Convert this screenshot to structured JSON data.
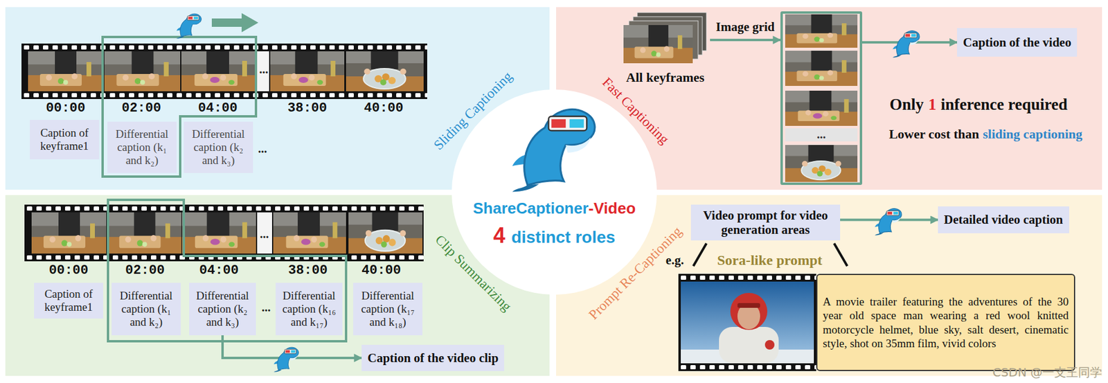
{
  "diagram": {
    "nodes": [
      {
        "text": [
          "Caption of keyframe1"
        ]
      },
      {
        "text": [
          "Differential caption (k₁ and k₂)"
        ]
      },
      {
        "text": [
          "Differential caption (k₂ and k₃)"
        ]
      },
      {
        "text": [
          "All keyframes"
        ]
      },
      {
        "text": [
          "..."
        ]
      },
      {
        "text": [
          "Caption of the video"
        ]
      },
      {
        "text": [
          "ShareCaptioner",
          "-Video",
          "4",
          "distinct roles"
        ]
      },
      {
        "text": [
          "Caption of keyframe1"
        ]
      },
      {
        "text": [
          "Differential caption (k₁ and k₂)"
        ]
      },
      {
        "text": [
          "Differential caption (k₂ and k₃)"
        ]
      },
      {
        "text": [
          "Differential caption (k₁₆ and k₁₇)"
        ]
      },
      {
        "text": [
          "Differential caption (k₁₇ and k₁₈)"
        ]
      },
      {
        "text": [
          "Caption of the video clip"
        ]
      },
      {
        "text": [
          "Video prompt for video generation areas"
        ]
      },
      {
        "text": [
          "Detailed video caption"
        ]
      },
      {
        "text": [
          "A movie trailer featuring the adventures of the 30 year old space man wearing a red wool knitted motorcycle helmet, blue sky, salt desert, cinematic style, shot on 35mm film, vivid colors"
        ]
      }
    ],
    "edges": [
      {
        "from": 3,
        "to": 4,
        "arrow": "to",
        "label": "Image grid"
      },
      {
        "from": 4,
        "to": 5,
        "arrow": "to"
      },
      {
        "from": 9,
        "to": 12,
        "arrow": "to"
      },
      {
        "from": 13,
        "to": 14,
        "arrow": "to"
      }
    ],
    "labels": [
      "00:00",
      "02:00",
      "04:00",
      "...",
      "38:00",
      "40:00",
      "...",
      "Sliding Captioning",
      "Fast Captioning",
      "Only",
      "1",
      "inference required",
      "Lower cost than",
      "sliding captioning",
      "00:00",
      "02:00",
      "04:00",
      "...",
      "38:00",
      "40:00",
      "...",
      "Clip Summarizing",
      "Prompt Re-Captioning",
      "e.g.",
      "Sora-like prompt",
      "CSDN @一支王同学"
    ]
  }
}
